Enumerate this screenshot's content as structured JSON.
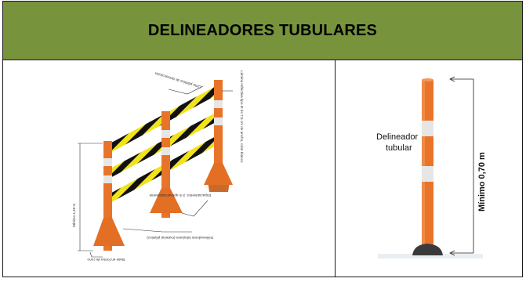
{
  "table": {
    "title": "DELINEADORES TUBULARES"
  },
  "left_figure": {
    "callout_top_cinta": "Cinta plástica de demarcación",
    "callout_top_lamina": "Lámina reflectiva tipo III de 7,5 cm de ancho, color blanco",
    "callout_height": "Mínimo 1,40 m",
    "callout_spacing": "Espaciamiento: 3 m aproximadamente",
    "callout_delineators": "Delineadores tubulares (material plástico)",
    "callout_base": "Base en forma de cono"
  },
  "right_figure": {
    "label_line1": "Delineador",
    "label_line2": "tubular",
    "height_label": "Mínimo 0,70 m"
  },
  "colors": {
    "header_bg": "#77933c",
    "post_orange": "#e8742a",
    "reflective_white": "#e6e6e6",
    "tape_yellow": "#f2e21a",
    "tape_black": "#111111"
  }
}
